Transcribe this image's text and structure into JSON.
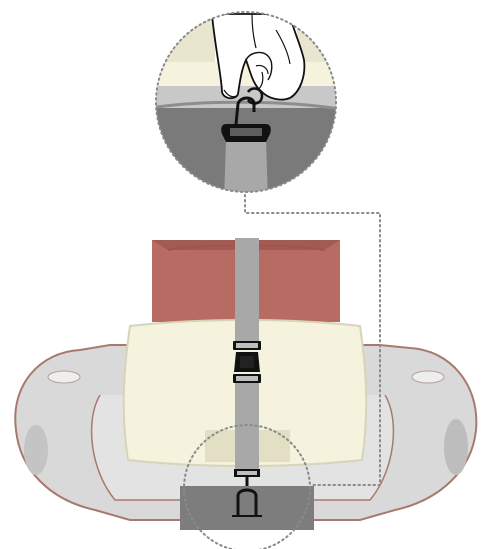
{
  "figure": {
    "kind": "instruction-illustration",
    "parts": [
      "car-seat-cushion",
      "seat-backrest",
      "tether-strap",
      "strap-buckle",
      "anchor-hook",
      "detail-callout"
    ]
  },
  "colors": {
    "backrest": "#b76b62",
    "cushion": "#f5f2dd",
    "shell": "#d7d7d7",
    "shell_outline": "#a87a6e",
    "strap": "#a8a8a8",
    "buckle": "#1a1a1a",
    "base_dark": "#7d7d7d",
    "callout_dots": "#8a8a8a"
  },
  "icons": {
    "hand": "hand-icon",
    "hook": "hook-icon",
    "buckle": "buckle-icon"
  }
}
